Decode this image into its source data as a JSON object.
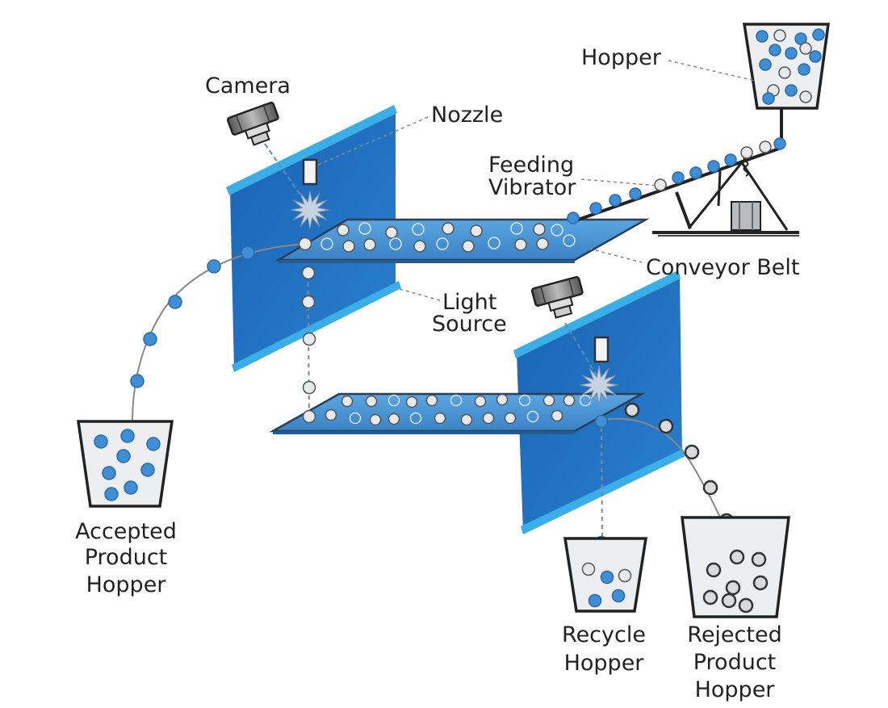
{
  "labels": {
    "hopper": "Hopper",
    "camera": "Camera",
    "nozzle": "Nozzle",
    "feeding_vibrator": [
      "Feeding",
      "Vibrator"
    ],
    "conveyor_belt": "Conveyor Belt",
    "light_source": [
      "Light",
      "Source"
    ],
    "accepted_hopper": [
      "Accepted",
      "Product",
      "Hopper"
    ],
    "recycle_hopper": [
      "Recycle",
      "Hopper"
    ],
    "rejected_hopper": [
      "Rejected",
      "Product",
      "Hopper"
    ]
  },
  "colors": {
    "panel": "#1e6fc0",
    "panel_edge": "#3aaee6",
    "belt": "#4a90d0",
    "pellet_blue": "#3e8fd6",
    "pellet_gray": "#e7e9ec",
    "hopper_fill": "#eceef0",
    "ink": "#222222"
  },
  "icons": {
    "camera": "camera-icon",
    "nozzle": "nozzle-icon",
    "flash": "burst-icon"
  }
}
